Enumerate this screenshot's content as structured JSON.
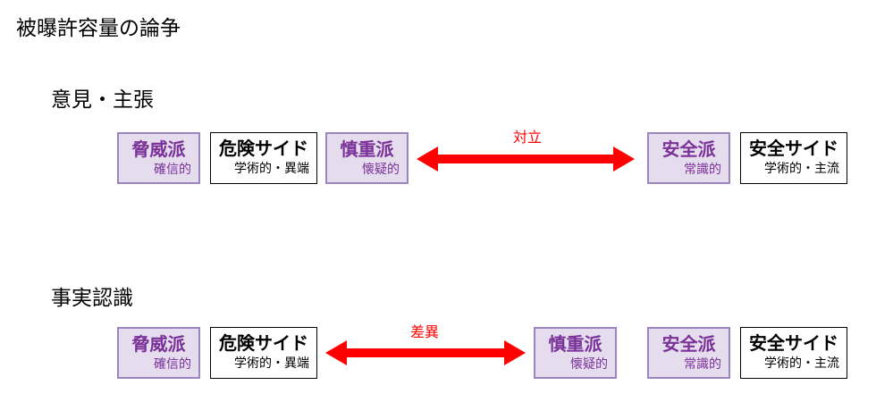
{
  "title": "被曝許容量の論争",
  "colors": {
    "purple_text": "#7a3198",
    "purple_fill": "#e5dcee",
    "purple_border": "#9a86bd",
    "arrow": "#ff0000"
  },
  "sections": [
    {
      "heading": "意見・主張",
      "arrow_label": "対立",
      "boxes": [
        {
          "main": "脅威派",
          "sub": "確信的"
        },
        {
          "main": "危険サイド",
          "sub": "学術的・異端"
        },
        {
          "main": "慎重派",
          "sub": "懐疑的"
        },
        {
          "main": "安全派",
          "sub": "常識的"
        },
        {
          "main": "安全サイド",
          "sub": "学術的・主流"
        }
      ]
    },
    {
      "heading": "事実認識",
      "arrow_label": "差異",
      "boxes": [
        {
          "main": "脅威派",
          "sub": "確信的"
        },
        {
          "main": "危険サイド",
          "sub": "学術的・異端"
        },
        {
          "main": "慎重派",
          "sub": "懐疑的"
        },
        {
          "main": "安全派",
          "sub": "常識的"
        },
        {
          "main": "安全サイド",
          "sub": "学術的・主流"
        }
      ]
    }
  ]
}
